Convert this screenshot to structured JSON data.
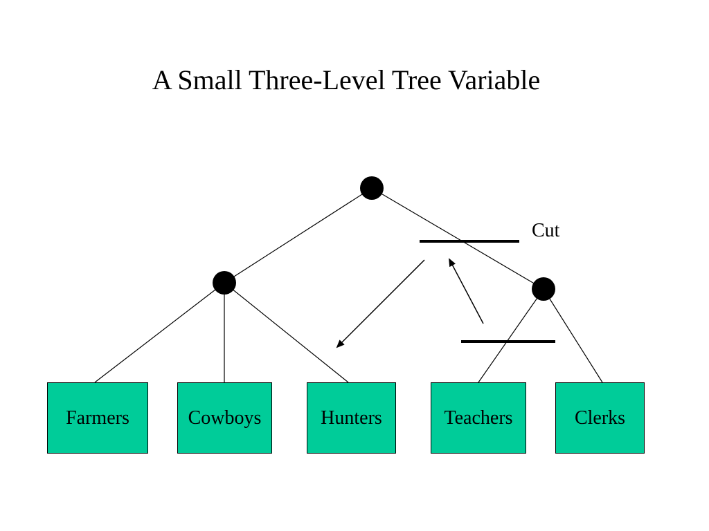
{
  "title": "A Small Three-Level Tree Variable",
  "tree": {
    "root": {
      "children": [
        {
          "children": [
            "Farmers",
            "Cowboys",
            "Hunters"
          ]
        },
        {
          "children": [
            "Teachers",
            "Clerks"
          ]
        }
      ]
    }
  },
  "leaves": [
    "Farmers",
    "Cowboys",
    "Hunters",
    "Teachers",
    "Clerks"
  ],
  "cut_label": "Cut",
  "colors": {
    "leaf_fill": "#00cc99",
    "node": "#000000",
    "line": "#000000"
  }
}
